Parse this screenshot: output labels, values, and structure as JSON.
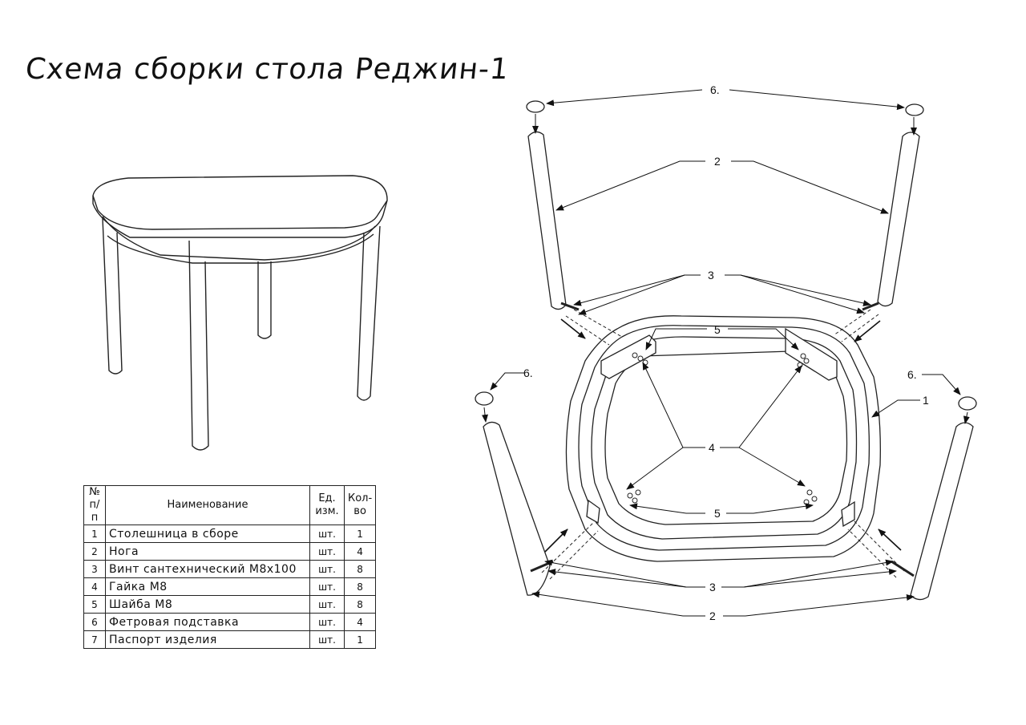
{
  "title": "Схема сборки стола Реджин-1",
  "callouts": {
    "c6_top": "6.",
    "c2_top": "2",
    "c3_top": "3",
    "c5_top": "5",
    "c6_left": "6.",
    "c6_right": "6.",
    "c1": "1",
    "c4": "4",
    "c5_bottom": "5",
    "c3_bottom": "3",
    "c2_bottom": "2"
  },
  "table": {
    "headers": {
      "num": "№ п/п",
      "name": "Наименование",
      "unit": "Ед. изм.",
      "qty": "Кол-во"
    },
    "rows": [
      {
        "num": "1",
        "name": "Столешница в сборе",
        "unit": "шт.",
        "qty": "1"
      },
      {
        "num": "2",
        "name": "Нога",
        "unit": "шт.",
        "qty": "4"
      },
      {
        "num": "3",
        "name": "Винт сантехнический М8х100",
        "unit": "шт.",
        "qty": "8"
      },
      {
        "num": "4",
        "name": "Гайка М8",
        "unit": "шт.",
        "qty": "8"
      },
      {
        "num": "5",
        "name": "Шайба М8",
        "unit": "шт.",
        "qty": "8"
      },
      {
        "num": "6",
        "name": "Фетровая подставка",
        "unit": "шт.",
        "qty": "4"
      },
      {
        "num": "7",
        "name": "Паспорт изделия",
        "unit": "шт.",
        "qty": "1"
      }
    ]
  }
}
